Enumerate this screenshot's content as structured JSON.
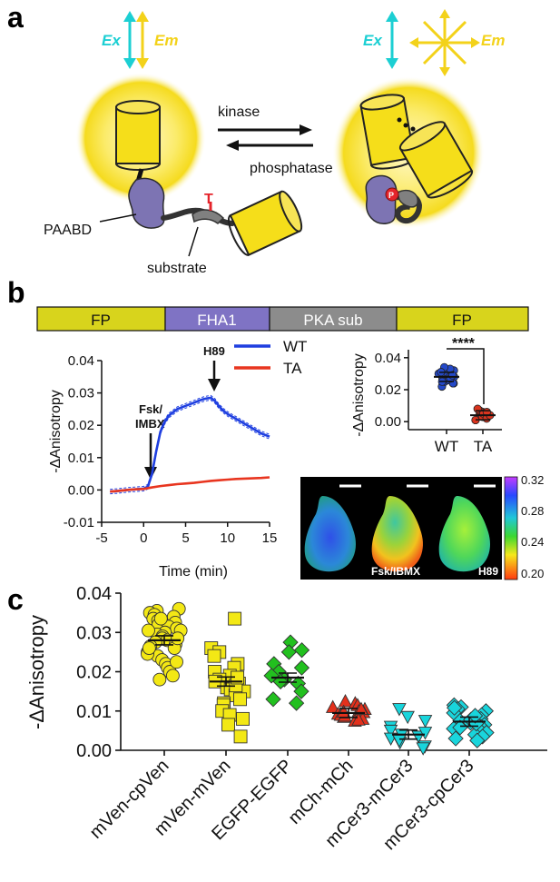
{
  "panels": {
    "a": "a",
    "b": "b",
    "c": "c"
  },
  "schematic": {
    "ex": "Ex",
    "em": "Em",
    "kinase": "kinase",
    "phosphatase": "phosphatase",
    "paabd": "PAABD",
    "substrate": "substrate",
    "threonine": "T",
    "phospho": "P",
    "colors": {
      "yellow": "#f5de1a",
      "purple": "#7d74b3",
      "cyan": "#1ccfd3",
      "red": "#e5242b"
    }
  },
  "construct": {
    "segments": [
      {
        "label": "FP",
        "color": "#d8d41c"
      },
      {
        "label": "FHA1",
        "color": "#7f73c4"
      },
      {
        "label": "PKA sub",
        "color": "#8c8c8c"
      },
      {
        "label": "FP",
        "color": "#d8d41c"
      }
    ]
  },
  "annotations": {
    "fsk": "Fsk/",
    "imbx": "IMBX",
    "h89": "H89"
  },
  "micro": {
    "labels": [
      "",
      "Fsk/IBMX",
      "H89"
    ],
    "colorbar_ticks": [
      "0.32",
      "0.28",
      "0.24",
      "0.20"
    ]
  },
  "chart_data": [
    {
      "id": "b-timecourse",
      "type": "line",
      "xlabel": "Time (min)",
      "ylabel": "-ΔAnisotropy",
      "xlim": [
        -5,
        15
      ],
      "ylim": [
        -0.01,
        0.04
      ],
      "xticks": [
        "-5",
        "0",
        "5",
        "10",
        "15"
      ],
      "yticks": [
        "-0.01",
        "0.00",
        "0.01",
        "0.02",
        "0.03",
        "0.04"
      ],
      "legend_position": "top-right",
      "series": [
        {
          "name": "WT",
          "color": "#1f3fe0",
          "x": [
            -4,
            -3,
            -2,
            -1,
            0,
            0.5,
            1,
            1.5,
            2,
            2.5,
            3,
            3.5,
            4,
            4.5,
            5,
            5.5,
            6,
            6.5,
            7,
            7.5,
            8,
            8.5,
            9,
            9.5,
            10,
            11,
            12,
            13,
            14,
            15
          ],
          "y": [
            -0.0005,
            -0.0003,
            0.0,
            0.0002,
            0.0004,
            0.001,
            0.005,
            0.012,
            0.018,
            0.021,
            0.023,
            0.024,
            0.025,
            0.0255,
            0.026,
            0.0265,
            0.027,
            0.0275,
            0.028,
            0.0283,
            0.0285,
            0.0275,
            0.0258,
            0.0245,
            0.0235,
            0.022,
            0.0205,
            0.019,
            0.0175,
            0.0165
          ]
        },
        {
          "name": "TA",
          "color": "#e8351f",
          "x": [
            -4,
            -3,
            -2,
            -1,
            0,
            1,
            2,
            3,
            4,
            5,
            6,
            7,
            8,
            9,
            10,
            11,
            12,
            13,
            14,
            15
          ],
          "y": [
            -0.0005,
            -0.0003,
            0.0,
            0.0002,
            0.0003,
            0.0008,
            0.0012,
            0.0015,
            0.0018,
            0.002,
            0.0022,
            0.0025,
            0.0028,
            0.003,
            0.0032,
            0.0034,
            0.0035,
            0.0036,
            0.0037,
            0.0039
          ]
        }
      ]
    },
    {
      "id": "b-dotplot",
      "type": "scatter",
      "xlabel": "",
      "ylabel": "-ΔAnisotropy",
      "ylim": [
        -0.005,
        0.045
      ],
      "yticks": [
        "0.00",
        "0.02",
        "0.04"
      ],
      "categories": [
        "WT",
        "TA"
      ],
      "significance": "****",
      "series": [
        {
          "name": "WT",
          "color": "#2449c9",
          "mean": 0.028,
          "values": [
            0.022,
            0.024,
            0.025,
            0.026,
            0.027,
            0.028,
            0.029,
            0.03,
            0.031,
            0.032,
            0.033,
            0.034,
            0.026,
            0.028,
            0.03,
            0.024,
            0.027,
            0.029,
            0.031,
            0.025
          ]
        },
        {
          "name": "TA",
          "color": "#d9341e",
          "mean": 0.004,
          "values": [
            0.001,
            0.002,
            0.003,
            0.004,
            0.005,
            0.006,
            0.007,
            0.008,
            0.003,
            0.005,
            0.002,
            0.004,
            0.006
          ]
        }
      ]
    },
    {
      "id": "c-dotplot",
      "type": "scatter",
      "xlabel": "",
      "ylabel": "-ΔAnisotropy",
      "ylim": [
        0,
        0.04
      ],
      "yticks": [
        "0.00",
        "0.01",
        "0.02",
        "0.03",
        "0.04"
      ],
      "categories": [
        "mVen-cpVen",
        "mVen-mVen",
        "EGFP-EGFP",
        "mCh-mCh",
        "mCer3-mCer3",
        "mCer3-cpCer3"
      ],
      "series": [
        {
          "name": "mVen-cpVen",
          "marker": "circle",
          "color": "#f3e815",
          "mean": 0.028,
          "values": [
            0.036,
            0.0355,
            0.035,
            0.0345,
            0.034,
            0.0335,
            0.033,
            0.0325,
            0.032,
            0.0315,
            0.031,
            0.0305,
            0.03,
            0.0295,
            0.029,
            0.0285,
            0.028,
            0.0275,
            0.027,
            0.0265,
            0.026,
            0.025,
            0.024,
            0.023,
            0.022,
            0.021,
            0.02,
            0.019,
            0.018,
            0.0225,
            0.0245,
            0.0305,
            0.0335,
            0.0285,
            0.026
          ]
        },
        {
          "name": "mVen-mVen",
          "marker": "square",
          "color": "#f3e815",
          "mean": 0.0175,
          "values": [
            0.0335,
            0.026,
            0.025,
            0.024,
            0.022,
            0.021,
            0.02,
            0.019,
            0.018,
            0.0175,
            0.017,
            0.016,
            0.0155,
            0.015,
            0.014,
            0.013,
            0.012,
            0.0115,
            0.01,
            0.009,
            0.008,
            0.0065,
            0.0035,
            0.0165,
            0.0185
          ]
        },
        {
          "name": "EGFP-EGFP",
          "marker": "diamond",
          "color": "#22c01f",
          "mean": 0.0185,
          "values": [
            0.0275,
            0.0255,
            0.025,
            0.022,
            0.021,
            0.02,
            0.019,
            0.018,
            0.0175,
            0.017,
            0.015,
            0.013,
            0.012
          ]
        },
        {
          "name": "mCh-mCh",
          "marker": "triangle-up",
          "color": "#e2301c",
          "mean": 0.0095,
          "values": [
            0.0125,
            0.012,
            0.0115,
            0.011,
            0.0105,
            0.01,
            0.0097,
            0.0093,
            0.009,
            0.0085,
            0.008,
            0.0075,
            0.0105,
            0.0088,
            0.0098,
            0.0078
          ]
        },
        {
          "name": "mCer3-mCer3",
          "marker": "triangle-down",
          "color": "#19d5dc",
          "mean": 0.004,
          "values": [
            0.0105,
            0.0085,
            0.0075,
            0.006,
            0.005,
            0.004,
            0.0035,
            0.003,
            0.002,
            0.001,
            0.0005,
            0.0025,
            0.0045
          ]
        },
        {
          "name": "mCer3-cpCer3",
          "marker": "diamond",
          "color": "#19d5dc",
          "mean": 0.0073,
          "values": [
            0.0115,
            0.011,
            0.0105,
            0.01,
            0.0095,
            0.009,
            0.0085,
            0.008,
            0.0075,
            0.007,
            0.0065,
            0.006,
            0.0055,
            0.005,
            0.0045,
            0.004,
            0.0035,
            0.003,
            0.0025,
            0.0078,
            0.0068,
            0.0088,
            0.0058,
            0.0108
          ]
        }
      ]
    }
  ]
}
